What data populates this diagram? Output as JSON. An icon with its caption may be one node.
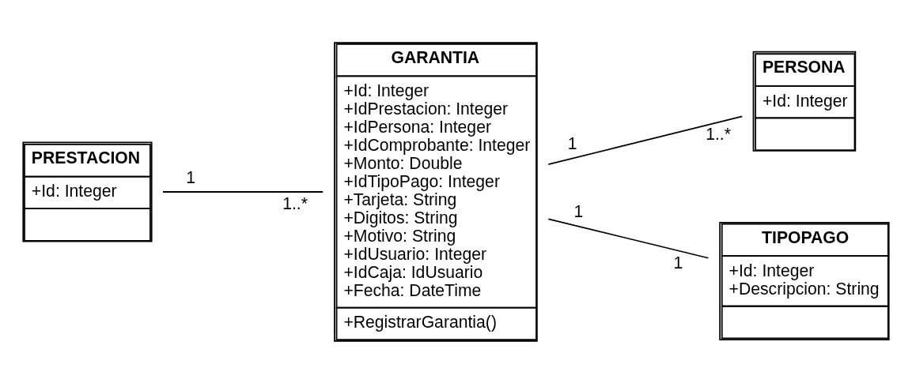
{
  "diagram": {
    "nodes": [
      {
        "text": [
          "PRESTACION",
          "+Id: Integer"
        ]
      },
      {
        "text": [
          "GARANTIA",
          "+Id: Integer",
          "+IdPrestacion: Integer",
          "+IdPersona: Integer",
          "+IdComprobante: Integer",
          "+Monto: Double",
          "+IdTipoPago: Integer",
          "+Tarjeta: String",
          "+Digitos: String",
          "+Motivo: String",
          "+IdUsuario: Integer",
          "+IdCaja: IdUsuario",
          "+Fecha: DateTime",
          "+RegistrarGarantia()"
        ]
      },
      {
        "text": [
          "PERSONA",
          "+Id: Integer"
        ]
      },
      {
        "text": [
          "TIPOPAGO",
          "+Id: Integer",
          "+Descripcion: String"
        ]
      }
    ],
    "edges": [
      {
        "from": 0,
        "to": 1,
        "arrow": "none"
      },
      {
        "from": 1,
        "to": 2,
        "arrow": "none"
      },
      {
        "from": 1,
        "to": 3,
        "arrow": "none"
      }
    ],
    "labels": [
      "1..*",
      "1",
      "1..*",
      "1",
      "1",
      "1"
    ]
  }
}
